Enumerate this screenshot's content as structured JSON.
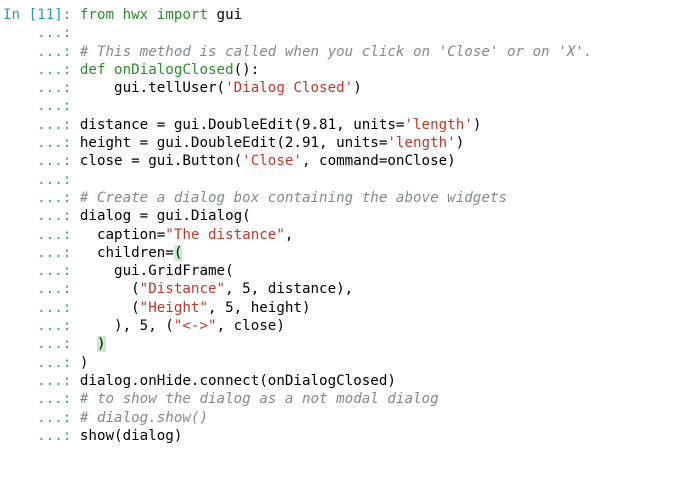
{
  "console": {
    "lines": [
      {
        "prompt": "In [11]: ",
        "tokens": [
          {
            "c": "kw",
            "t": "from"
          },
          {
            "c": "p",
            "t": " "
          },
          {
            "c": "fn",
            "t": "hwx"
          },
          {
            "c": "p",
            "t": " "
          },
          {
            "c": "kw",
            "t": "import"
          },
          {
            "c": "p",
            "t": " gui"
          }
        ]
      },
      {
        "prompt": "    ...: ",
        "tokens": []
      },
      {
        "prompt": "    ...: ",
        "tokens": [
          {
            "c": "cm",
            "t": "# This method is called when you click on 'Close' or on 'X'."
          }
        ]
      },
      {
        "prompt": "    ...: ",
        "tokens": [
          {
            "c": "kw",
            "t": "def"
          },
          {
            "c": "p",
            "t": " "
          },
          {
            "c": "fn",
            "t": "onDialogClosed"
          },
          {
            "c": "p",
            "t": "():"
          }
        ]
      },
      {
        "prompt": "    ...: ",
        "tokens": [
          {
            "c": "p",
            "t": "    gui.tellUser("
          },
          {
            "c": "str",
            "t": "'Dialog Closed'"
          },
          {
            "c": "p",
            "t": ")"
          }
        ]
      },
      {
        "prompt": "    ...: ",
        "tokens": []
      },
      {
        "prompt": "    ...: ",
        "tokens": [
          {
            "c": "p",
            "t": "distance = gui.DoubleEdit(9.81, units="
          },
          {
            "c": "str",
            "t": "'length'"
          },
          {
            "c": "p",
            "t": ")"
          }
        ]
      },
      {
        "prompt": "    ...: ",
        "tokens": [
          {
            "c": "p",
            "t": "height = gui.DoubleEdit(2.91, units="
          },
          {
            "c": "str",
            "t": "'length'"
          },
          {
            "c": "p",
            "t": ")"
          }
        ]
      },
      {
        "prompt": "    ...: ",
        "tokens": [
          {
            "c": "p",
            "t": "close = gui.Button("
          },
          {
            "c": "str",
            "t": "'Close'"
          },
          {
            "c": "p",
            "t": ", command=onClose)"
          }
        ]
      },
      {
        "prompt": "    ...: ",
        "tokens": []
      },
      {
        "prompt": "    ...: ",
        "tokens": [
          {
            "c": "cm",
            "t": "# Create a dialog box containing the above widgets"
          }
        ]
      },
      {
        "prompt": "    ...: ",
        "tokens": [
          {
            "c": "p",
            "t": "dialog = gui.Dialog("
          }
        ]
      },
      {
        "prompt": "    ...: ",
        "tokens": [
          {
            "c": "p",
            "t": "  caption="
          },
          {
            "c": "str",
            "t": "\"The distance\""
          },
          {
            "c": "p",
            "t": ","
          }
        ]
      },
      {
        "prompt": "    ...: ",
        "tokens": [
          {
            "c": "p",
            "t": "  children="
          },
          {
            "c": "pm",
            "t": "("
          }
        ]
      },
      {
        "prompt": "    ...: ",
        "tokens": [
          {
            "c": "p",
            "t": "    gui.GridFrame("
          }
        ]
      },
      {
        "prompt": "    ...: ",
        "tokens": [
          {
            "c": "p",
            "t": "      ("
          },
          {
            "c": "str",
            "t": "\"Distance\""
          },
          {
            "c": "p",
            "t": ", 5, distance),"
          }
        ]
      },
      {
        "prompt": "    ...: ",
        "tokens": [
          {
            "c": "p",
            "t": "      ("
          },
          {
            "c": "str",
            "t": "\"Height\""
          },
          {
            "c": "p",
            "t": ", 5, height)"
          }
        ]
      },
      {
        "prompt": "    ...: ",
        "tokens": [
          {
            "c": "p",
            "t": "    ), 5, ("
          },
          {
            "c": "str",
            "t": "\"<->\""
          },
          {
            "c": "p",
            "t": ", close)"
          }
        ]
      },
      {
        "prompt": "    ...: ",
        "tokens": [
          {
            "c": "p",
            "t": "  "
          },
          {
            "c": "pm",
            "t": ")"
          }
        ]
      },
      {
        "prompt": "    ...: ",
        "tokens": [
          {
            "c": "p",
            "t": ")"
          }
        ]
      },
      {
        "prompt": "    ...: ",
        "tokens": [
          {
            "c": "p",
            "t": "dialog.onHide.connect(onDialogClosed)"
          }
        ]
      },
      {
        "prompt": "    ...: ",
        "tokens": [
          {
            "c": "cm",
            "t": "# to show the dialog as a not modal dialog"
          }
        ]
      },
      {
        "prompt": "    ...: ",
        "tokens": [
          {
            "c": "cm",
            "t": "# dialog.show()"
          }
        ]
      },
      {
        "prompt": "    ...: ",
        "tokens": [
          {
            "c": "p",
            "t": "show(dialog)"
          }
        ]
      }
    ]
  },
  "colors": {
    "prompt": "#2b9bbd",
    "keyword": "#2e8b2e",
    "string": "#c0392b",
    "comment": "#7f8c8d",
    "paren_match_bg": "#cdeacd"
  }
}
